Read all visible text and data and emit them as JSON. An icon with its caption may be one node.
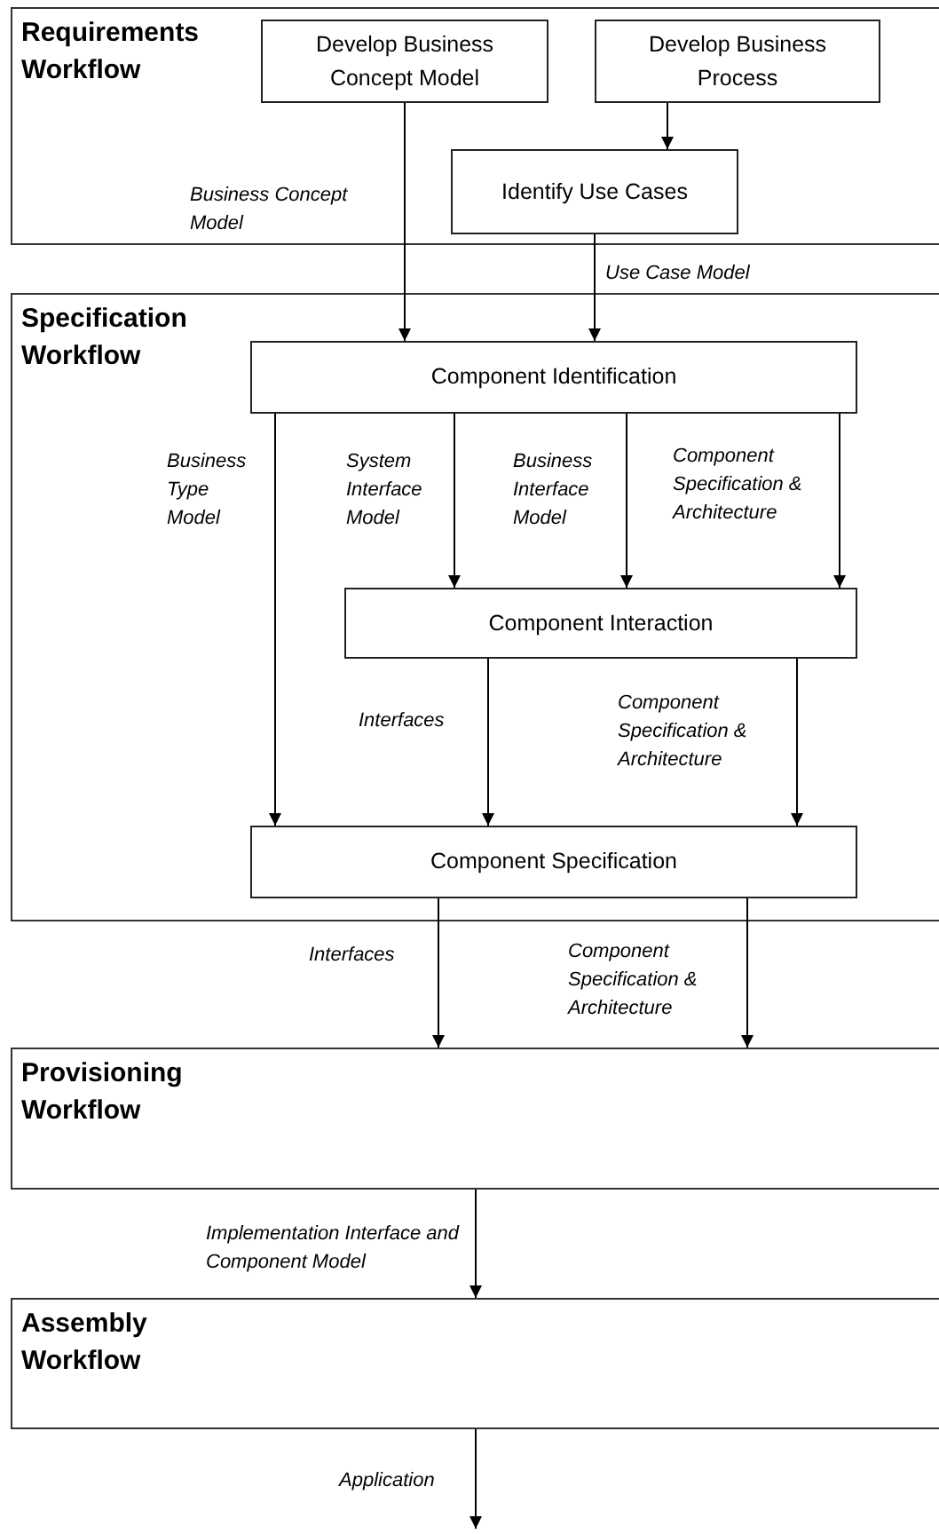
{
  "diagram": {
    "nodes": [
      {
        "text": [
          "Requirements Workflow"
        ]
      },
      {
        "text": [
          "Develop Business Concept Model"
        ],
        "in": 0
      },
      {
        "text": [
          "Develop Business Process"
        ],
        "in": 0
      },
      {
        "text": [
          "Identify Use Cases"
        ],
        "in": 0
      },
      {
        "text": [
          "Specification Workflow"
        ]
      },
      {
        "text": [
          "Component Identification"
        ],
        "in": 4
      },
      {
        "text": [
          "Component Interaction"
        ],
        "in": 4
      },
      {
        "text": [
          "Component Specification"
        ],
        "in": 4
      },
      {
        "text": [
          "Provisioning Workflow"
        ]
      },
      {
        "text": [
          "Assembly Workflow"
        ]
      }
    ],
    "edges": [
      {
        "from": 1,
        "to": 5,
        "arrow": "to",
        "label": "Business Concept Model"
      },
      {
        "from": 2,
        "to": 3,
        "arrow": "to"
      },
      {
        "from": 3,
        "to": 5,
        "arrow": "to",
        "label": "Use Case Model"
      },
      {
        "from": 5,
        "to": 7,
        "arrow": "to",
        "label": "Business Type Model"
      },
      {
        "from": 5,
        "to": 6,
        "arrow": "to",
        "label": "System Interface Model"
      },
      {
        "from": 5,
        "to": 6,
        "arrow": "to",
        "label": "Business Interface Model"
      },
      {
        "from": 5,
        "to": 6,
        "arrow": "to",
        "label": "Component Specification & Architecture"
      },
      {
        "from": 6,
        "to": 7,
        "arrow": "to",
        "label": "Interfaces"
      },
      {
        "from": 6,
        "to": 7,
        "arrow": "to",
        "label": "Component Specification & Architecture"
      },
      {
        "from": 7,
        "to": 8,
        "arrow": "to",
        "label": "Interfaces"
      },
      {
        "from": 7,
        "to": 8,
        "arrow": "to",
        "label": "Component Specification & Architecture"
      },
      {
        "from": 8,
        "to": 9,
        "arrow": "to",
        "label": "Implementation Interface and Component Model"
      },
      {
        "from": 9,
        "to": null,
        "arrow": "to",
        "label": "Application"
      }
    ]
  }
}
